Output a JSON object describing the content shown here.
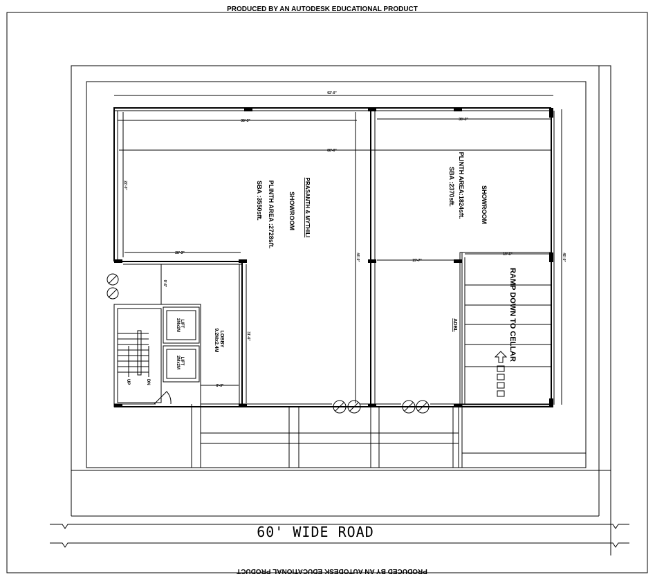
{
  "watermark": {
    "top": "PRODUCED BY AN AUTODESK EDUCATIONAL PRODUCT",
    "bottom": "PRODUCED BY AN AUTODESK EDUCATIONAL PRODUCT"
  },
  "road": {
    "label": "60' WIDE ROAD"
  },
  "showroom_left": {
    "owner": "PRASANTH & MYTHILI",
    "name": "SHOWROOM",
    "plinth": "PLINTH AREA :2728sft.",
    "sba": "SBA :3550sft."
  },
  "showroom_right": {
    "name": "SHOWROOM",
    "plinth": "PLINTH AREA:1824sft.",
    "sba": "SBA :2370sft."
  },
  "ramp": {
    "label": "RAMP DOWN TO CELLAR"
  },
  "lobby": {
    "name": "LOBBY",
    "size": "9.2Mx2.4M"
  },
  "lifts": [
    {
      "name": "LIFT",
      "size": "2Mx2M"
    },
    {
      "name": "LIFT",
      "size": "2Mx2M"
    }
  ],
  "stair": {
    "up": "UP",
    "dn": "DN"
  },
  "adbl": "ADBL",
  "dimensions": {
    "overall_width": "92'-0\"",
    "left_bay": "38'-3\"",
    "right_bay": "38'-3\"",
    "inner_width": "88'-0\"",
    "left_depth": "22'-0\"",
    "left_lower": "28'-3\"",
    "lobby_width": "9'-6\"",
    "mid_depth": "44'-0\"",
    "mid_span": "19'-7\"",
    "ramp_span": "19'-6\"",
    "right_depth": "45'-0\"",
    "lobby_depth": "31'-6\"",
    "stair_width": "8'-3\""
  }
}
